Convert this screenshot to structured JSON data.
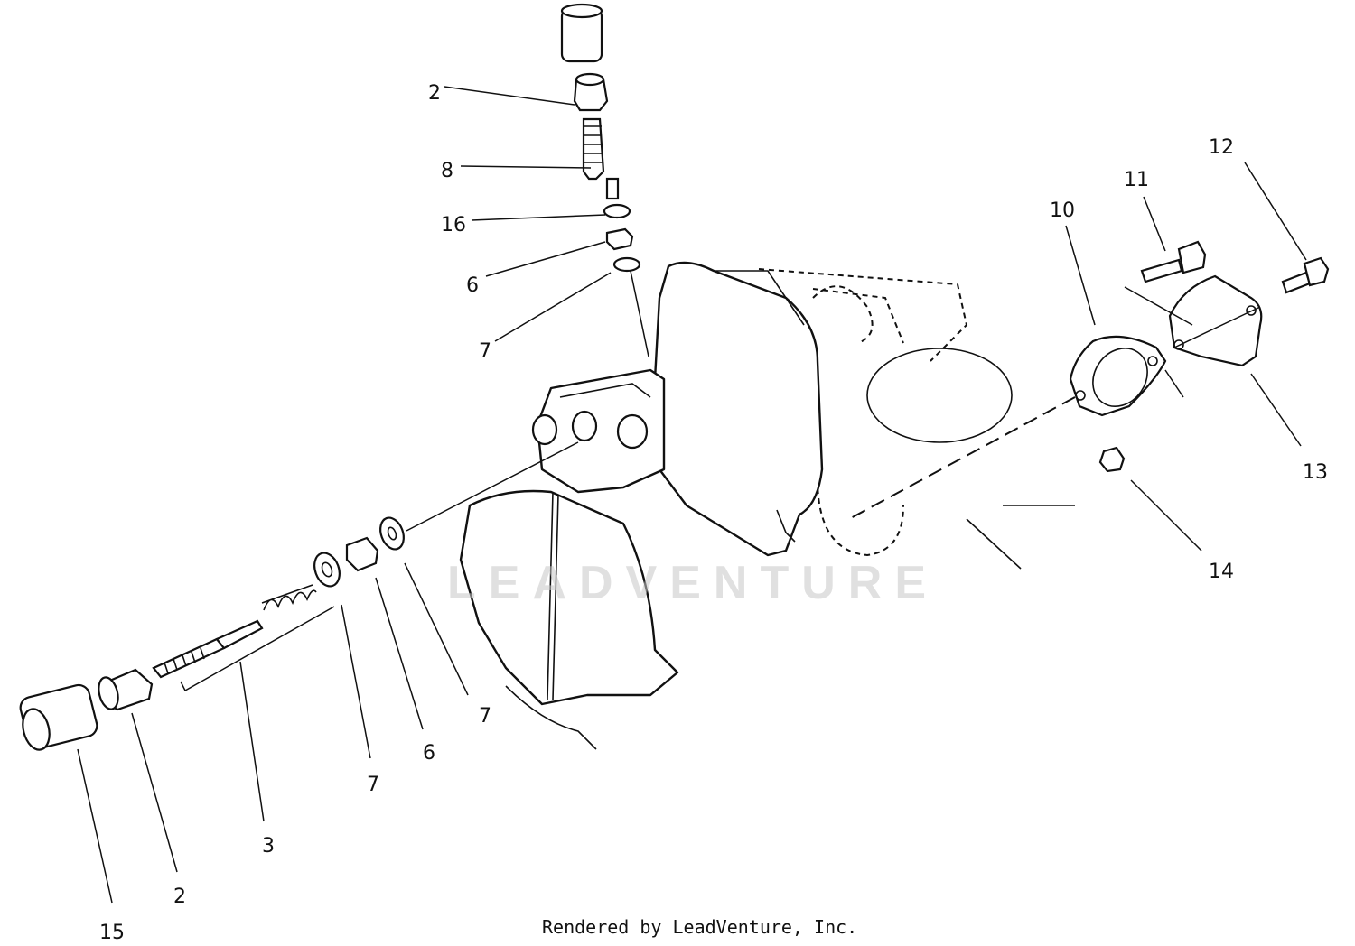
{
  "diagram": {
    "callouts": [
      "2",
      "8",
      "16",
      "6",
      "7",
      "12",
      "11",
      "10",
      "13",
      "14",
      "7",
      "6",
      "7",
      "3",
      "15",
      "2"
    ],
    "watermark": "LEADVENTURE",
    "credit": "Rendered by LeadVenture, Inc."
  }
}
